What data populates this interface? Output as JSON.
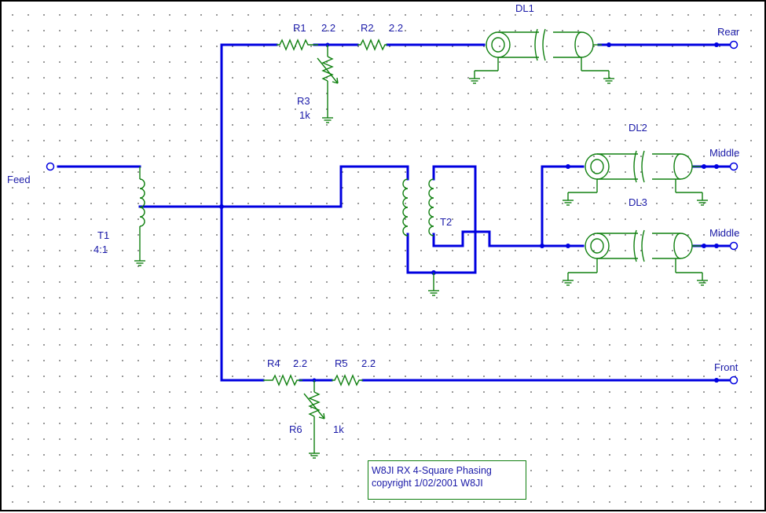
{
  "ports": {
    "feed": "Feed",
    "rear": "Rear",
    "middle1": "Middle",
    "middle2": "Middle",
    "front": "Front"
  },
  "components": {
    "r1": {
      "ref": "R1",
      "value": "2.2"
    },
    "r2": {
      "ref": "R2",
      "value": "2.2"
    },
    "r3": {
      "ref": "R3",
      "value": "1k"
    },
    "r4": {
      "ref": "R4",
      "value": "2.2"
    },
    "r5": {
      "ref": "R5",
      "value": "2.2"
    },
    "r6": {
      "ref": "R6",
      "value": "1k"
    },
    "t1": {
      "ref": "T1",
      "value": "4:1"
    },
    "t2": {
      "ref": "T2"
    },
    "dl1": {
      "ref": "DL1"
    },
    "dl2": {
      "ref": "DL2"
    },
    "dl3": {
      "ref": "DL3"
    }
  },
  "note": {
    "line1": "W8JI RX 4-Square Phasing",
    "line2": "copyright 1/02/2001 W8JI"
  },
  "colors": {
    "wire": "#0000e0",
    "component": "#108010",
    "text": "#1a1aa8"
  }
}
